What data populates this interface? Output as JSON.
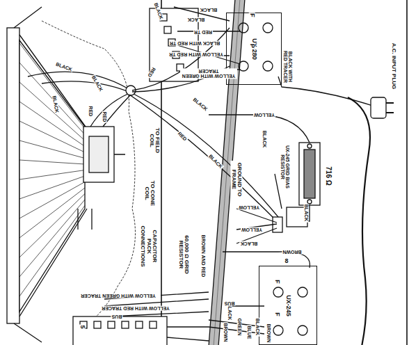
{
  "diagram": {
    "nodes": [
      {
        "text": [
          "UX-280"
        ]
      },
      {
        "text": [
          "UX-245"
        ]
      }
    ],
    "labels": [
      "BLACK",
      "BLACK",
      "BLACK",
      "RED TR",
      "BLACK WITH RED TR",
      "YELLOW WITH RED TR",
      "YELLOW WITH GREEN TRACER",
      "RED",
      "F",
      "P",
      "BLACK WITH RED TRACER",
      "A.C. INPUT PLUG",
      "YELLOW",
      "716 Ω",
      "UX-245 GRID BIAS RESISTOR",
      "BLACK",
      "BLACK",
      "GROUND TO FRAME",
      "YELLOW",
      "YELLOW",
      "BLACK",
      "BROWN",
      "8",
      "F",
      "F",
      "BLACK",
      "GREEN",
      "BLUE",
      "BLACK",
      "BROWN",
      "BROWN",
      "BUS",
      "BUS",
      "YELLOW WITH RED TRACER",
      "YELLOW WITH GREEN TRACER",
      "CAPACITOR PACK CONNECTIONS",
      "60,000 Ω GRID RESISTOR",
      "BROWN AND RED",
      "TO CONE COIL",
      "TO FIELD COIL",
      "BLACK",
      "BLACK",
      "BLACK",
      "RED",
      "RED",
      "BLACK",
      "RED",
      "BLACK",
      "5"
    ]
  }
}
